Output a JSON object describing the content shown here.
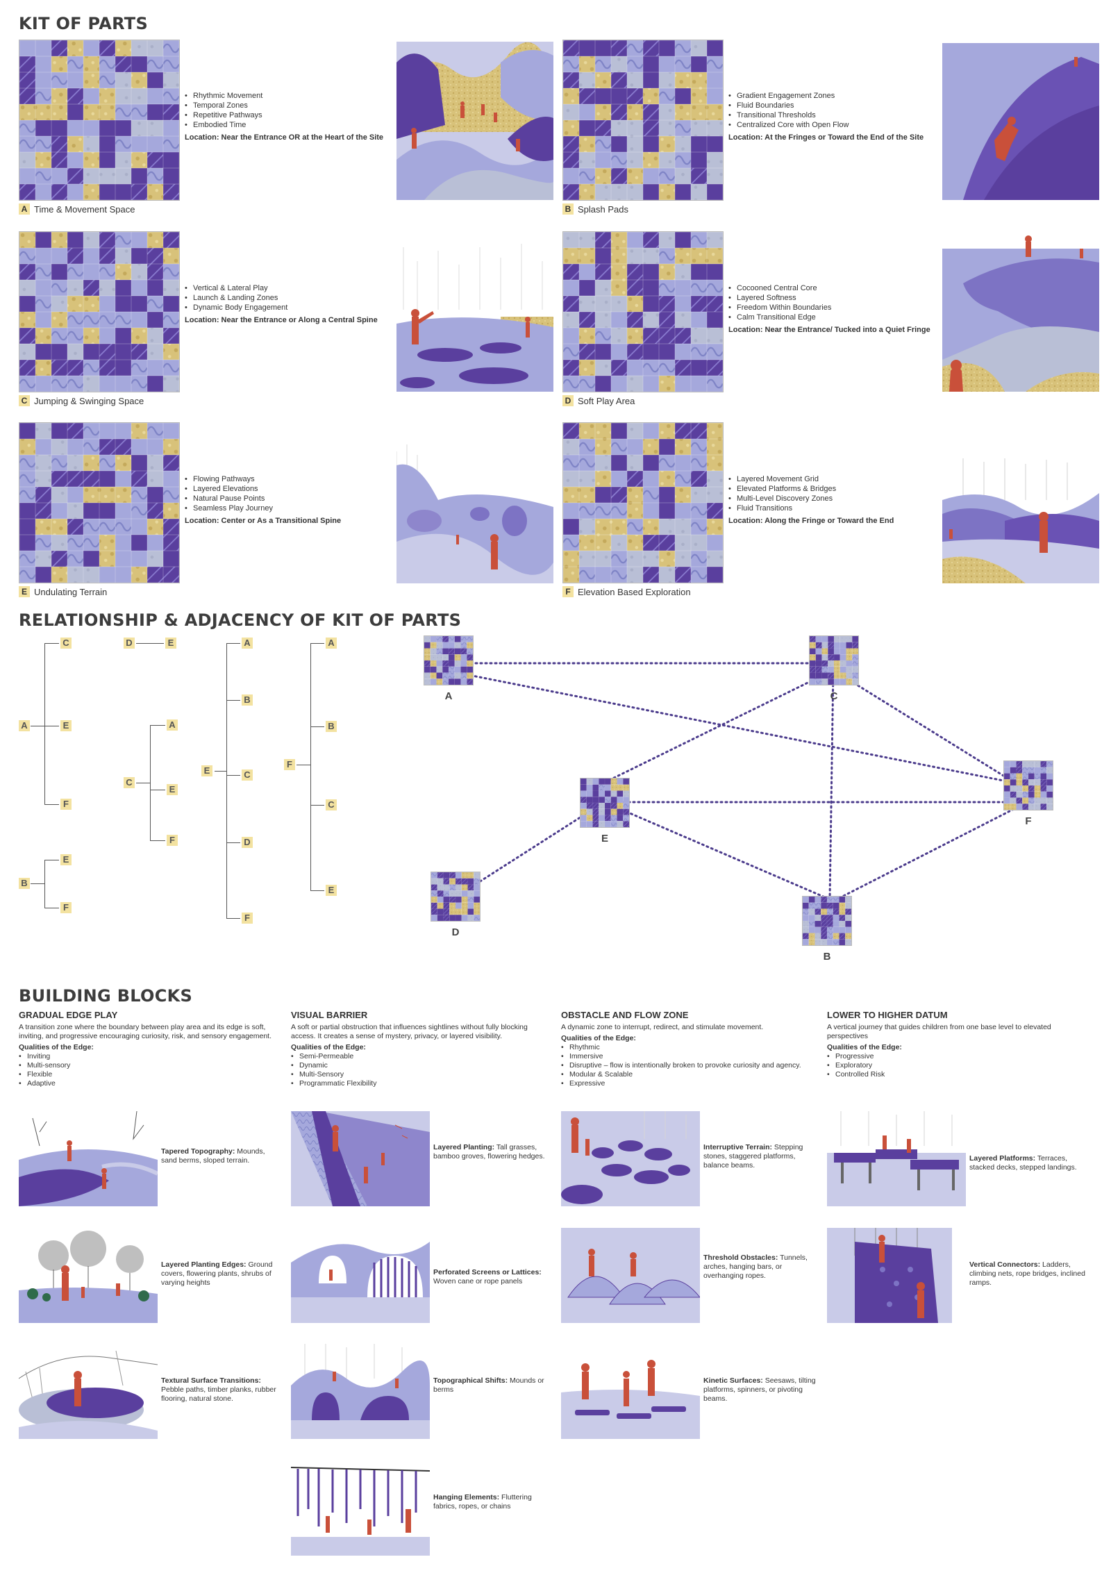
{
  "sections": {
    "kit_title": "KIT OF PARTS",
    "relationship_title": "RELATIONSHIP & ADJACENCY OF KIT OF PARTS",
    "building_title": "BUILDING BLOCKS"
  },
  "kit": [
    {
      "letter": "A",
      "name": "Time & Movement Space",
      "bullets": [
        "Rhythmic Movement",
        "Temporal Zones",
        "Repetitive Pathways",
        "Embodied Time"
      ],
      "location": "Location: Near the Entrance OR at the Heart of the Site"
    },
    {
      "letter": "B",
      "name": "Splash Pads",
      "bullets": [
        "Gradient Engagement Zones",
        "Fluid Boundaries",
        "Transitional Thresholds",
        "Centralized Core with Open Flow"
      ],
      "location": "Location: At the Fringes or Toward the End of the Site"
    },
    {
      "letter": "C",
      "name": "Jumping & Swinging Space",
      "bullets": [
        "Vertical & Lateral Play",
        "Launch & Landing Zones",
        "Dynamic Body Engagement"
      ],
      "location": "Location: Near the Entrance or Along a Central Spine"
    },
    {
      "letter": "D",
      "name": "Soft Play Area",
      "bullets": [
        "Cocooned Central Core",
        "Layered Softness",
        "Freedom Within Boundaries",
        "Calm Transitional Edge"
      ],
      "location": "Location: Near the Entrance/ Tucked into a Quiet Fringe"
    },
    {
      "letter": "E",
      "name": "Undulating Terrain",
      "bullets": [
        "Flowing Pathways",
        "Layered Elevations",
        "Natural Pause Points",
        "Seamless Play Journey"
      ],
      "location": "Location: Center or As a Transitional Spine"
    },
    {
      "letter": "F",
      "name": "Elevation Based Exploration",
      "bullets": [
        "Layered Movement Grid",
        "Elevated Platforms & Bridges",
        "Multi-Level Discovery Zones",
        "Fluid Transitions"
      ],
      "location": "Location: Along the Fringe or Toward the End"
    }
  ],
  "tree_letters": {
    "A": "A",
    "B": "B",
    "C": "C",
    "D": "D",
    "E": "E",
    "F": "F"
  },
  "network_nodes": [
    "A",
    "C",
    "E",
    "F",
    "D",
    "B"
  ],
  "building_blocks": [
    {
      "title": "GRADUAL EDGE PLAY",
      "desc": "A transition zone where the boundary between play area and its edge is soft, inviting, and progressive encouraging curiosity, risk, and sensory engagement.",
      "q_label": "Qualities of the Edge:",
      "qualities": [
        "Inviting",
        "Multi-sensory",
        "Flexible",
        "Adaptive"
      ],
      "items": [
        {
          "bold": "Tapered Topography:",
          "text": " Mounds, sand berms, sloped terrain."
        },
        {
          "bold": "Layered Planting Edges:",
          "text": " Ground covers, flowering plants, shrubs of varying heights"
        },
        {
          "bold": "Textural Surface Transitions:",
          "text": " Pebble paths, timber planks, rubber flooring, natural stone."
        }
      ]
    },
    {
      "title": "VISUAL BARRIER",
      "desc": "A soft or partial obstruction that influences sightlines without fully blocking access. It creates a sense of mystery, privacy, or layered visibility.",
      "q_label": "Qualities of the Edge:",
      "qualities": [
        "Semi-Permeable",
        "Dynamic",
        "Multi-Sensory",
        "Programmatic Flexibility"
      ],
      "items": [
        {
          "bold": "Layered Planting:",
          "text": " Tall grasses, bamboo groves, flowering hedges."
        },
        {
          "bold": "Perforated Screens or Lattices:",
          "text": " Woven cane or rope panels"
        },
        {
          "bold": "Topographical Shifts:",
          "text": " Mounds or berms"
        },
        {
          "bold": "Hanging Elements:",
          "text": " Fluttering fabrics, ropes, or chains"
        }
      ]
    },
    {
      "title": "OBSTACLE AND FLOW ZONE",
      "desc": "A dynamic zone to interrupt, redirect, and stimulate movement.",
      "q_label": "Qualities of the Edge:",
      "qualities": [
        "Rhythmic",
        "Immersive",
        "Disruptive – flow is intentionally broken to provoke curiosity and agency.",
        "Modular & Scalable",
        "Expressive"
      ],
      "items": [
        {
          "bold": "Interruptive Terrain:",
          "text": " Stepping stones, staggered platforms, balance beams."
        },
        {
          "bold": "Threshold Obstacles:",
          "text": " Tunnels, arches, hanging bars, or overhanging ropes."
        },
        {
          "bold": "Kinetic Surfaces:",
          "text": " Seesaws, tilting platforms, spinners, or pivoting beams."
        }
      ]
    },
    {
      "title": "LOWER TO HIGHER DATUM",
      "desc": "A vertical journey that guides children from one base level to elevated perspectives",
      "q_label": "Qualities of the Edge:",
      "qualities": [
        "Progressive",
        "Exploratory",
        "Controlled Risk"
      ],
      "items": [
        {
          "bold": "Layered Platforms:",
          "text": " Terraces, stacked decks, stepped landings."
        },
        {
          "bold": "Vertical Connectors:",
          "text": " Ladders, climbing nets, rope bridges, inclined ramps."
        }
      ]
    }
  ],
  "colors": {
    "purple_dark": "#5a3f9e",
    "purple_mid": "#7d73c4",
    "lavender": "#a5a8dc",
    "lavender_light": "#c9cbe8",
    "grey_blue": "#b9bfd6",
    "gold": "#d8c27a",
    "red_figure": "#c9503a",
    "dot_line": "#4b3b8c"
  }
}
